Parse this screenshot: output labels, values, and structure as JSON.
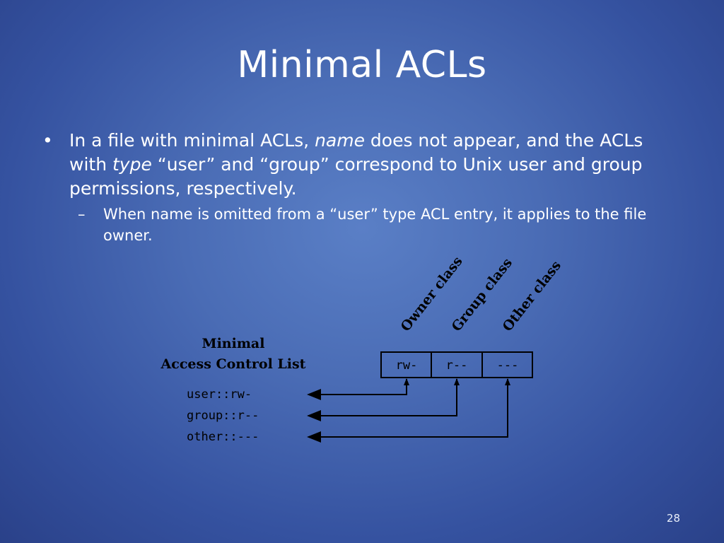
{
  "slide": {
    "title": "Minimal ACLs",
    "page_number": "28"
  },
  "bullet1": {
    "part1": "In a file with minimal ACLs, ",
    "name_word": "name",
    "part2": " does not appear, and the ACLs with ",
    "type_word": "type",
    "part3": " “user” and “group” correspond to Unix user and group permissions, respectively."
  },
  "bullet2": {
    "text": "When name is omitted from a “user” type ACL entry, it applies to the file owner."
  },
  "diagram": {
    "heading_line1": "Minimal",
    "heading_line2": "Access Control List",
    "entries": [
      "user::rw-",
      "group::r--",
      "other::---"
    ],
    "cells": [
      "rw-",
      "r--",
      "---"
    ],
    "classes": [
      "Owner class",
      "Group class",
      "Other class"
    ]
  }
}
